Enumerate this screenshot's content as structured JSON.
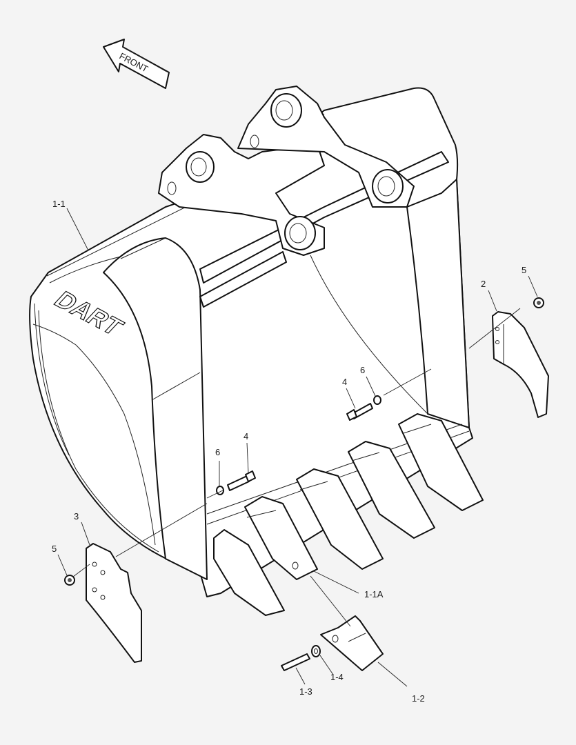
{
  "diagram": {
    "type": "exploded-parts-diagram",
    "subject": "excavator bucket assembly",
    "background": "#f4f4f4",
    "line_color": "#111111",
    "direction_arrow": {
      "text": "FRONT"
    },
    "brand_mark": {
      "text": "DART"
    },
    "callouts": [
      {
        "id": "c-1-1",
        "text": "1-1",
        "part": "bucket body"
      },
      {
        "id": "c-1-1A",
        "text": "1-1A",
        "part": "tooth adapter"
      },
      {
        "id": "c-1-2",
        "text": "1-2",
        "part": "tooth point"
      },
      {
        "id": "c-1-3",
        "text": "1-3",
        "part": "pin"
      },
      {
        "id": "c-1-4",
        "text": "1-4",
        "part": "retainer washer"
      },
      {
        "id": "c-2",
        "text": "2",
        "part": "right side cutter"
      },
      {
        "id": "c-3",
        "text": "3",
        "part": "left side cutter"
      },
      {
        "id": "c-4a",
        "text": "4",
        "part": "bolt"
      },
      {
        "id": "c-4b",
        "text": "4",
        "part": "bolt"
      },
      {
        "id": "c-5a",
        "text": "5",
        "part": "nut"
      },
      {
        "id": "c-5b",
        "text": "5",
        "part": "nut"
      },
      {
        "id": "c-6a",
        "text": "6",
        "part": "washer"
      },
      {
        "id": "c-6b",
        "text": "6",
        "part": "washer"
      }
    ]
  }
}
